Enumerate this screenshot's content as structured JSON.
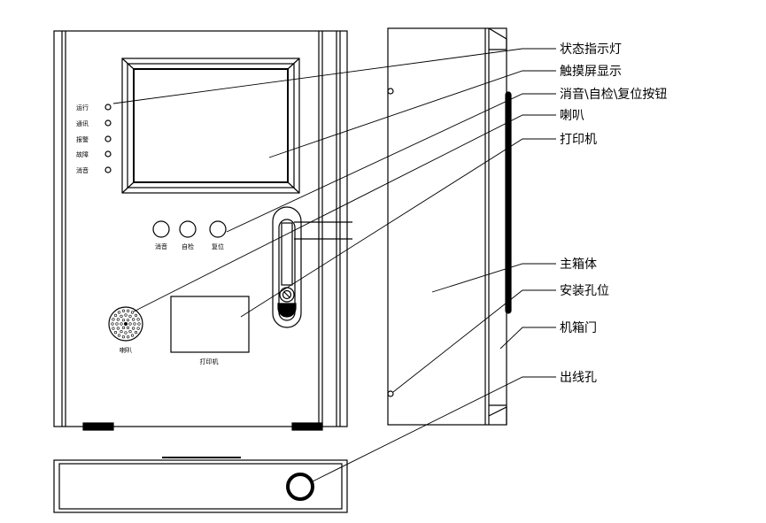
{
  "status_lights": [
    "运行",
    "通讯",
    "报警",
    "故障",
    "消音"
  ],
  "buttons": [
    "消音",
    "自检",
    "复位"
  ],
  "speaker_label": "喇叭",
  "printer_label": "打印机",
  "callouts": {
    "status_lights": "状态指示灯",
    "touchscreen": "触摸屏显示",
    "buttons": "消音\\自检\\复位按钮",
    "speaker": "喇叭",
    "printer": "打印机",
    "main_cabinet": "主箱体",
    "mount_hole": "安装孔位",
    "cabinet_door": "机箱门",
    "cable_hole": "出线孔"
  }
}
